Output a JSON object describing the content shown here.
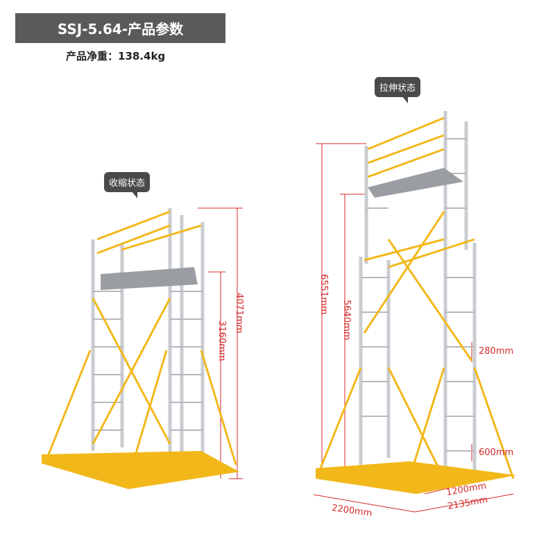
{
  "header": {
    "title": "SSJ-5.64-产品参数",
    "weight": "产品净重：138.4kg"
  },
  "labels": {
    "collapsed": "收缩状态",
    "extended": "拉伸状态"
  },
  "dimensions": {
    "collapsed_height": "4071mm",
    "collapsed_platform": "3160mm",
    "extended_height": "6551mm",
    "extended_platform": "5640mm",
    "rung_spacing": "280mm",
    "bottom_rung": "600mm",
    "width": "1200mm",
    "length": "2200mm",
    "length2": "2135mm"
  },
  "colors": {
    "title_bg": "#5a5a5a",
    "dimension": "#d42a2a",
    "frame_yellow": "#f2b81a",
    "aluminum": "#c9ccd0"
  }
}
